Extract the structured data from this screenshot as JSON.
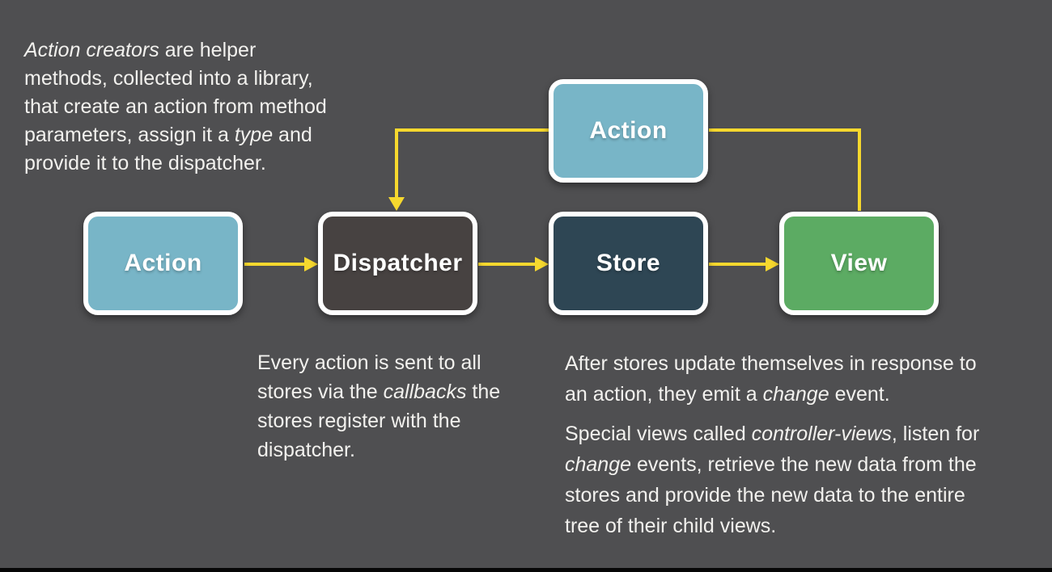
{
  "slide": {
    "background_color": "#4f4f51",
    "arrow_color": "#f6d82e",
    "text_color": "#f2f1ee",
    "node_border_color": "#ffffff"
  },
  "nodes": {
    "action_top": {
      "label": "Action",
      "fill": "#78b5c7"
    },
    "action_left": {
      "label": "Action",
      "fill": "#78b5c7"
    },
    "dispatcher": {
      "label": "Dispatcher",
      "fill": "#474241"
    },
    "store": {
      "label": "Store",
      "fill": "#2e4654"
    },
    "view": {
      "label": "View",
      "fill": "#5cab63"
    }
  },
  "edges": [
    {
      "from": "action_left",
      "to": "dispatcher"
    },
    {
      "from": "dispatcher",
      "to": "store"
    },
    {
      "from": "store",
      "to": "view"
    },
    {
      "from": "view",
      "to": "action_top"
    },
    {
      "from": "action_top",
      "to": "dispatcher"
    }
  ],
  "paragraphs": {
    "top_left": [
      [
        "Action creators",
        " are helper"
      ],
      [
        "methods, collected into a library,"
      ],
      [
        "that create an action from method"
      ],
      [
        "parameters, assign it a ",
        "type",
        " and"
      ],
      [
        "provide it to the dispatcher."
      ]
    ],
    "middle": [
      [
        "Every action is sent to all"
      ],
      [
        "stores via the ",
        "callbacks",
        " the"
      ],
      [
        "stores register with the"
      ],
      [
        "dispatcher."
      ]
    ],
    "right_p1": [
      [
        "After stores update themselves in response to"
      ],
      [
        "an action, they emit a ",
        "change",
        " event."
      ]
    ],
    "right_p2": [
      [
        "Special views called ",
        "controller-views",
        ", listen for"
      ],
      [
        "change",
        " events, retrieve the new data from the"
      ],
      [
        "stores and provide the new data to the entire"
      ],
      [
        "tree of their child views."
      ]
    ]
  }
}
